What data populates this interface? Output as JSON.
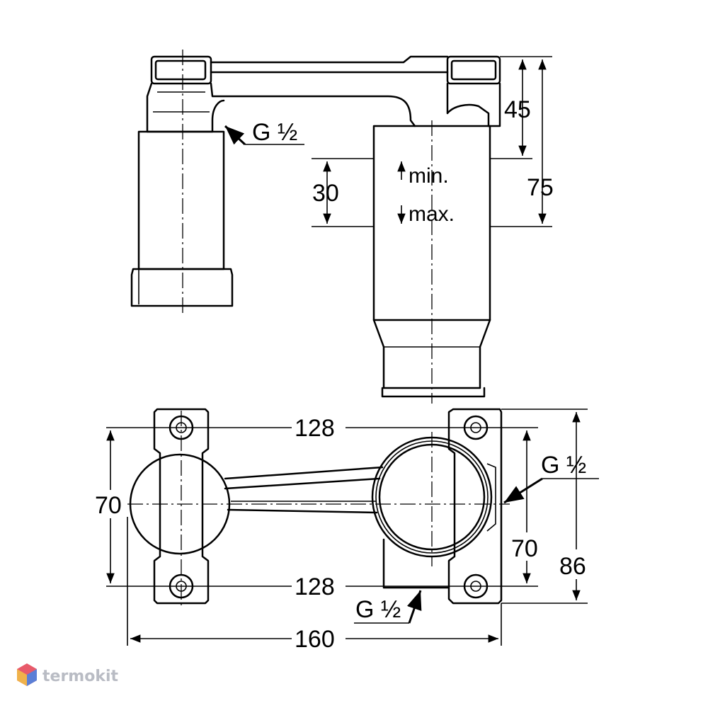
{
  "dimensions": {
    "top_offset": "45",
    "total_height": "75",
    "adjust_range": "30",
    "min_label": "min.",
    "max_label": "max.",
    "spacing_top": "128",
    "spacing_bottom": "128",
    "height_left": "70",
    "height_right": "70",
    "depth": "86",
    "width_total": "160"
  },
  "threads": {
    "side_view": "G ½",
    "front_right": "G ½",
    "front_bottom": "G ½"
  },
  "watermark": {
    "text": "termokit",
    "colors": [
      "#e85a6a",
      "#5b7fd6",
      "#f0b24a"
    ]
  }
}
